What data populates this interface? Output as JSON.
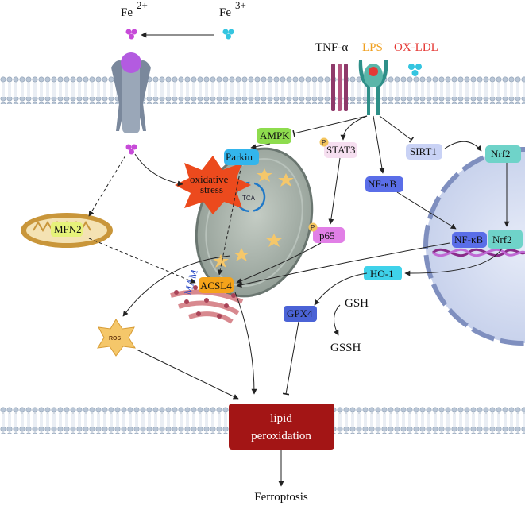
{
  "labels": {
    "fe2": "Fe",
    "fe2_sup": "2+",
    "fe3": "Fe",
    "fe3_sup": "3+",
    "tnf": "TNF-α",
    "lps": "LPS",
    "oxldl": "OX-LDL",
    "ampk": "AMPK",
    "stat3": "STAT3",
    "sirt1": "SIRT1",
    "nrf2_top": "Nrf2",
    "nfkb_mid": "NF-κB",
    "parkin": "Parkin",
    "oxidative_stress": "oxidative stress",
    "mfn2": "MFN2",
    "tca": "TCA",
    "p65": "p65",
    "nfkb_nuc": "NF-κB",
    "nrf2_nuc": "Nrf2",
    "ho1": "HO-1",
    "mam": "MAM",
    "acsl4": "ACSL4",
    "gpx4": "GPX4",
    "gsh": "GSH",
    "gssh": "GSSH",
    "ros": "ROS",
    "lipid_perox_line1": "lipid",
    "lipid_perox_line2": "peroxidation",
    "ferroptosis": "Ferroptosis",
    "phospho": "P"
  },
  "colors": {
    "membrane_head": "#b9c6d6",
    "membrane_tail": "#e6edf5",
    "ampk": "#8edc4e",
    "stat3": "#f6dff0",
    "sirt1": "#c9d2f5",
    "nrf2": "#6fd3c9",
    "nfkb": "#5a6ee8",
    "parkin": "#33b5ec",
    "p65": "#e17fe6",
    "ho1": "#3fd2ea",
    "acsl4": "#f5a31a",
    "gpx4": "#4b63d6",
    "lipid_box": "#a31515",
    "fe2": "#c74ad8",
    "fe3": "#34c5e0",
    "lps": "#f0a020",
    "oxldl": "#e53935",
    "nucleus": "#c8d2ec"
  }
}
